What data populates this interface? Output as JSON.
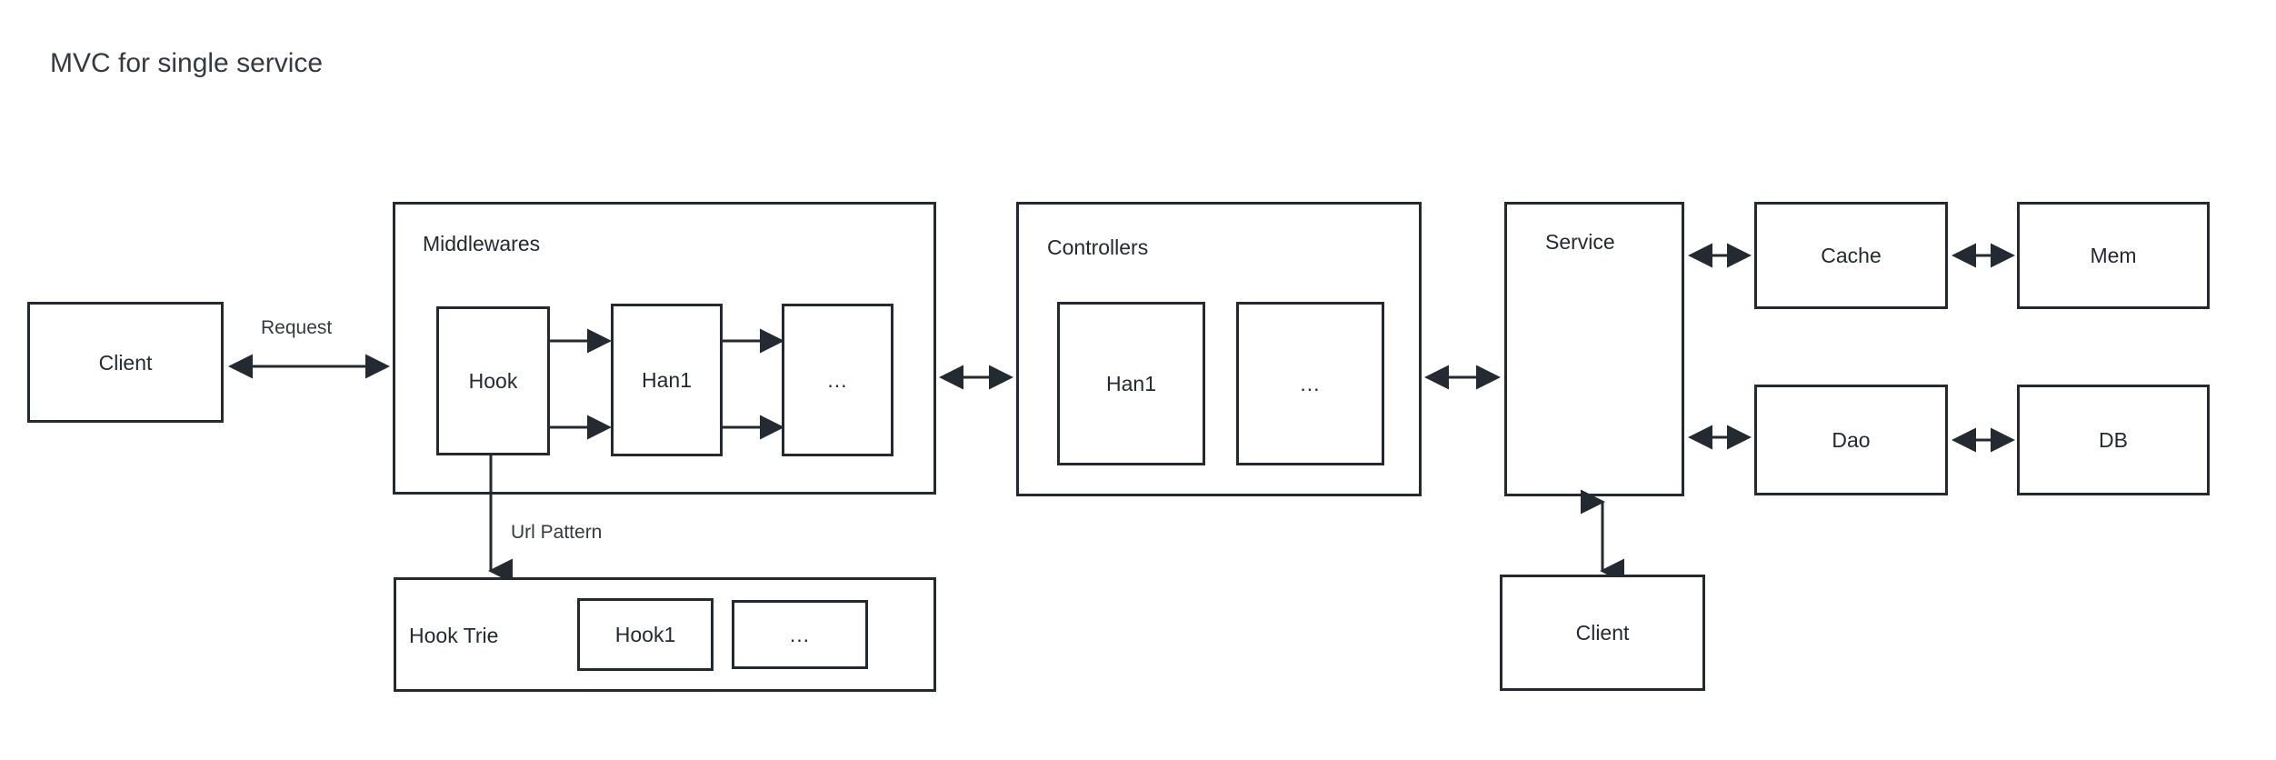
{
  "title": "MVC for single service",
  "theme": {
    "stroke": "#232a31",
    "text": "#232a31",
    "title_color": "#333b41",
    "background": "#ffffff"
  },
  "nodes": {
    "client_left": {
      "label": "Client"
    },
    "middlewares": {
      "caption": "Middlewares",
      "items": [
        {
          "label": "Hook"
        },
        {
          "label": "Han1"
        },
        {
          "label": "..."
        }
      ]
    },
    "hook_trie": {
      "caption": "Hook Trie",
      "items": [
        {
          "label": "Hook1"
        },
        {
          "label": "..."
        }
      ]
    },
    "controllers": {
      "caption": "Controllers",
      "items": [
        {
          "label": "Han1"
        },
        {
          "label": "..."
        }
      ]
    },
    "service": {
      "label": "Service"
    },
    "cache": {
      "label": "Cache"
    },
    "mem": {
      "label": "Mem"
    },
    "dao": {
      "label": "Dao"
    },
    "db": {
      "label": "DB"
    },
    "client_bottom": {
      "label": "Client"
    }
  },
  "edges": {
    "client_to_middlewares": {
      "label": "Request",
      "arrow": "double-horizontal"
    },
    "hook_to_han1": {
      "label": "",
      "arrow": "right"
    },
    "han1_to_dots": {
      "label": "",
      "arrow": "right"
    },
    "dots_to_han1": {
      "label": "",
      "arrow": "left"
    },
    "han1_to_hook": {
      "label": "",
      "arrow": "left"
    },
    "hook_to_hook_trie": {
      "label": "Url Pattern",
      "arrow": "down"
    },
    "middlewares_to_controllers": {
      "label": "",
      "arrow": "double-horizontal"
    },
    "controllers_to_service": {
      "label": "",
      "arrow": "double-horizontal"
    },
    "service_to_cache": {
      "label": "",
      "arrow": "double-horizontal"
    },
    "cache_to_mem": {
      "label": "",
      "arrow": "double-horizontal"
    },
    "service_to_dao": {
      "label": "",
      "arrow": "double-horizontal"
    },
    "dao_to_db": {
      "label": "",
      "arrow": "double-horizontal"
    },
    "service_to_client_bottom": {
      "label": "",
      "arrow": "double-vertical"
    }
  }
}
